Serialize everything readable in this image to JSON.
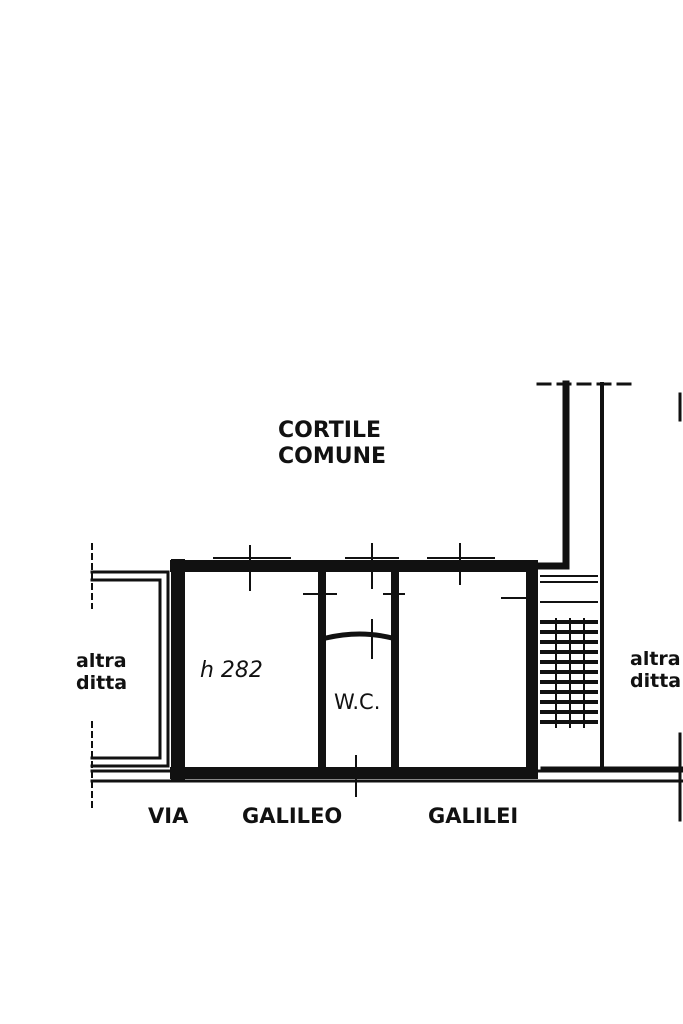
{
  "labels": {
    "courtyard_line1": "CORTILE",
    "courtyard_line2": "COMUNE",
    "other_left_line1": "altra",
    "other_left_line2": "ditta",
    "other_right_line1": "altra",
    "other_right_line2": "ditta",
    "room_height": "h 282",
    "wc": "W.C.",
    "street_via": "VIA",
    "street_name_1": "GALILEO",
    "street_name_2": "GALILEI"
  },
  "colors": {
    "ink": "#111111",
    "paper": "#ffffff"
  }
}
